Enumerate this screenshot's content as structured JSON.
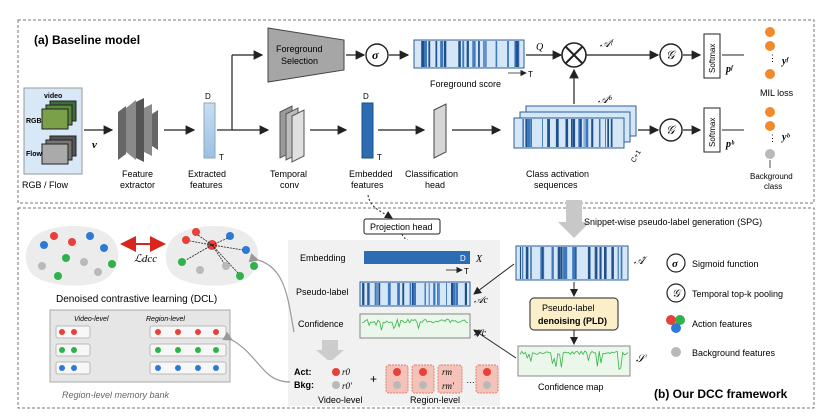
{
  "baseline": {
    "title": "(a) Baseline model",
    "input_label": "RGB / Flow",
    "video": "video",
    "rgb": "RGB",
    "flow": "Flow",
    "v_symbol": "v",
    "feature_extractor": [
      "Feature",
      "extractor"
    ],
    "extracted_features": [
      "Extracted",
      "features"
    ],
    "temporal_conv": [
      "Temporal",
      "conv"
    ],
    "embedded_features": [
      "Embedded",
      "features"
    ],
    "classification_head": [
      "Classification",
      "head"
    ],
    "cas": [
      "Class activation",
      "sequences"
    ],
    "foreground_selection": [
      "Foreground",
      "Selection"
    ],
    "foreground_score": "Foreground score",
    "q_symbol": "Q",
    "af_symbol": "𝒜ᶠ",
    "ab_symbol": "𝒜ᵇ",
    "d_label": "D",
    "t_label": "T",
    "c1_label": "C+1",
    "sigma": "σ",
    "g_symbol": "𝒢",
    "softmax": "Softmax",
    "pf_symbol": "pᶠ",
    "pb_symbol": "pᵇ",
    "yf_symbol": "yᶠ",
    "yb_symbol": "yᵇ",
    "mil_loss": "MIL loss",
    "background_class": [
      "Background",
      "class"
    ]
  },
  "dcc": {
    "title": "(b) Our DCC framework",
    "dcl_caption": "Denoised contrastive learning (DCL)",
    "l_dcc": "ℒdcc",
    "memory_bank_caption": "Region-level memory bank",
    "mb_video_level": "Video-level",
    "mb_region_level": "Region-level",
    "projection_head": "Projection head",
    "embedding": "Embedding",
    "pseudo_label": "Pseudo-label",
    "confidence": "Confidence",
    "x_symbol": "X",
    "ac_symbol": "𝒜c",
    "sc_symbol": "𝒮c",
    "act": "Act:",
    "bkg": "Bkg:",
    "r0": "r0",
    "r0p": "r0'",
    "rm": "rm",
    "rmp": "rm'",
    "plus": "+",
    "video_level": "Video-level",
    "region_level": "Region-level",
    "spg": "Snippet-wise pseudo-label generation (SPG)",
    "a_hat": "𝒜̂",
    "pld": [
      "Pseudo-label",
      "denoising (PLD)"
    ],
    "s_symbol": "𝒮",
    "confidence_map": "Confidence map"
  },
  "legend": {
    "sigmoid": "Sigmoid function",
    "topk": "Temporal top-k pooling",
    "action": "Action features",
    "background": "Background features"
  },
  "colors": {
    "action_red": "#e8413a",
    "action_green": "#2fb24a",
    "action_blue": "#2f79d6",
    "background_gray": "#b9b9b9",
    "orange": "#f08a2c",
    "embed_blue": "#2b6cb3",
    "light_blue": "#a9c8e8",
    "pld_fill": "#fbefc9"
  }
}
